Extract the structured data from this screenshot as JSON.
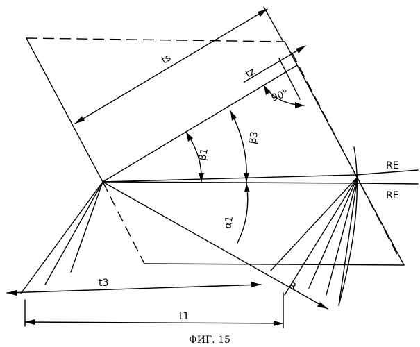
{
  "figure": {
    "caption": "ФИГ. 15",
    "labels": {
      "ts": "ts",
      "tz": "tz",
      "ninety": "90°",
      "beta1": "β1",
      "beta3": "β3",
      "alpha1": "α1",
      "re_upper": "RE",
      "re_lower": "RE",
      "r": "R",
      "t3": "t3",
      "t1": "t1"
    }
  }
}
